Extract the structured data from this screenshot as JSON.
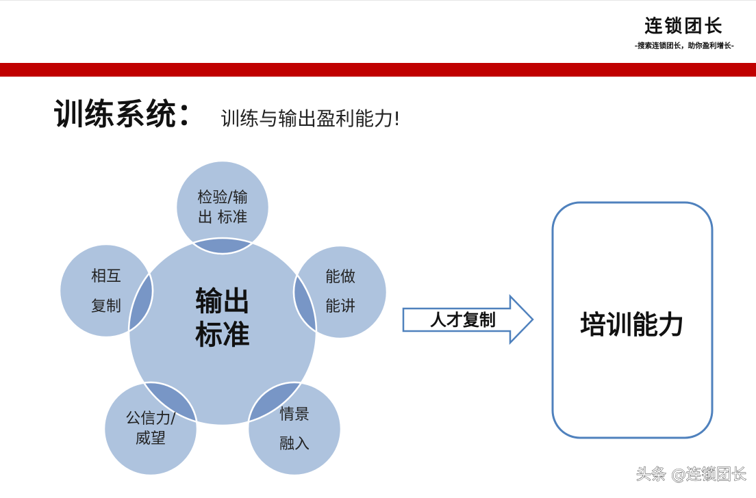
{
  "header": {
    "brand_name": "连锁团长",
    "brand_slogan": "-搜索连锁团长，助你盈利增长-"
  },
  "slide": {
    "title": "训练系统：",
    "subtitle": "训练与输出盈利能力!"
  },
  "diagram": {
    "center": {
      "line1": "输出",
      "line2": "标准"
    },
    "satellites": [
      {
        "line1": "检验/输",
        "line2": "出 标准"
      },
      {
        "line1": "能做",
        "line2": "能讲"
      },
      {
        "line1": "情景",
        "line2": "融入"
      },
      {
        "line1": "公信力/",
        "line2": "威望"
      },
      {
        "line1": "相互",
        "line2": "复制"
      }
    ],
    "arrow_label": "人才复制",
    "result_box": "培训能力",
    "colors": {
      "circle_fill": "#aec3de",
      "overlap_fill": "#7896c6",
      "box_border": "#4f81bd",
      "arrow_border": "#4f81bd"
    }
  },
  "watermark": "头条 @连锁团长"
}
